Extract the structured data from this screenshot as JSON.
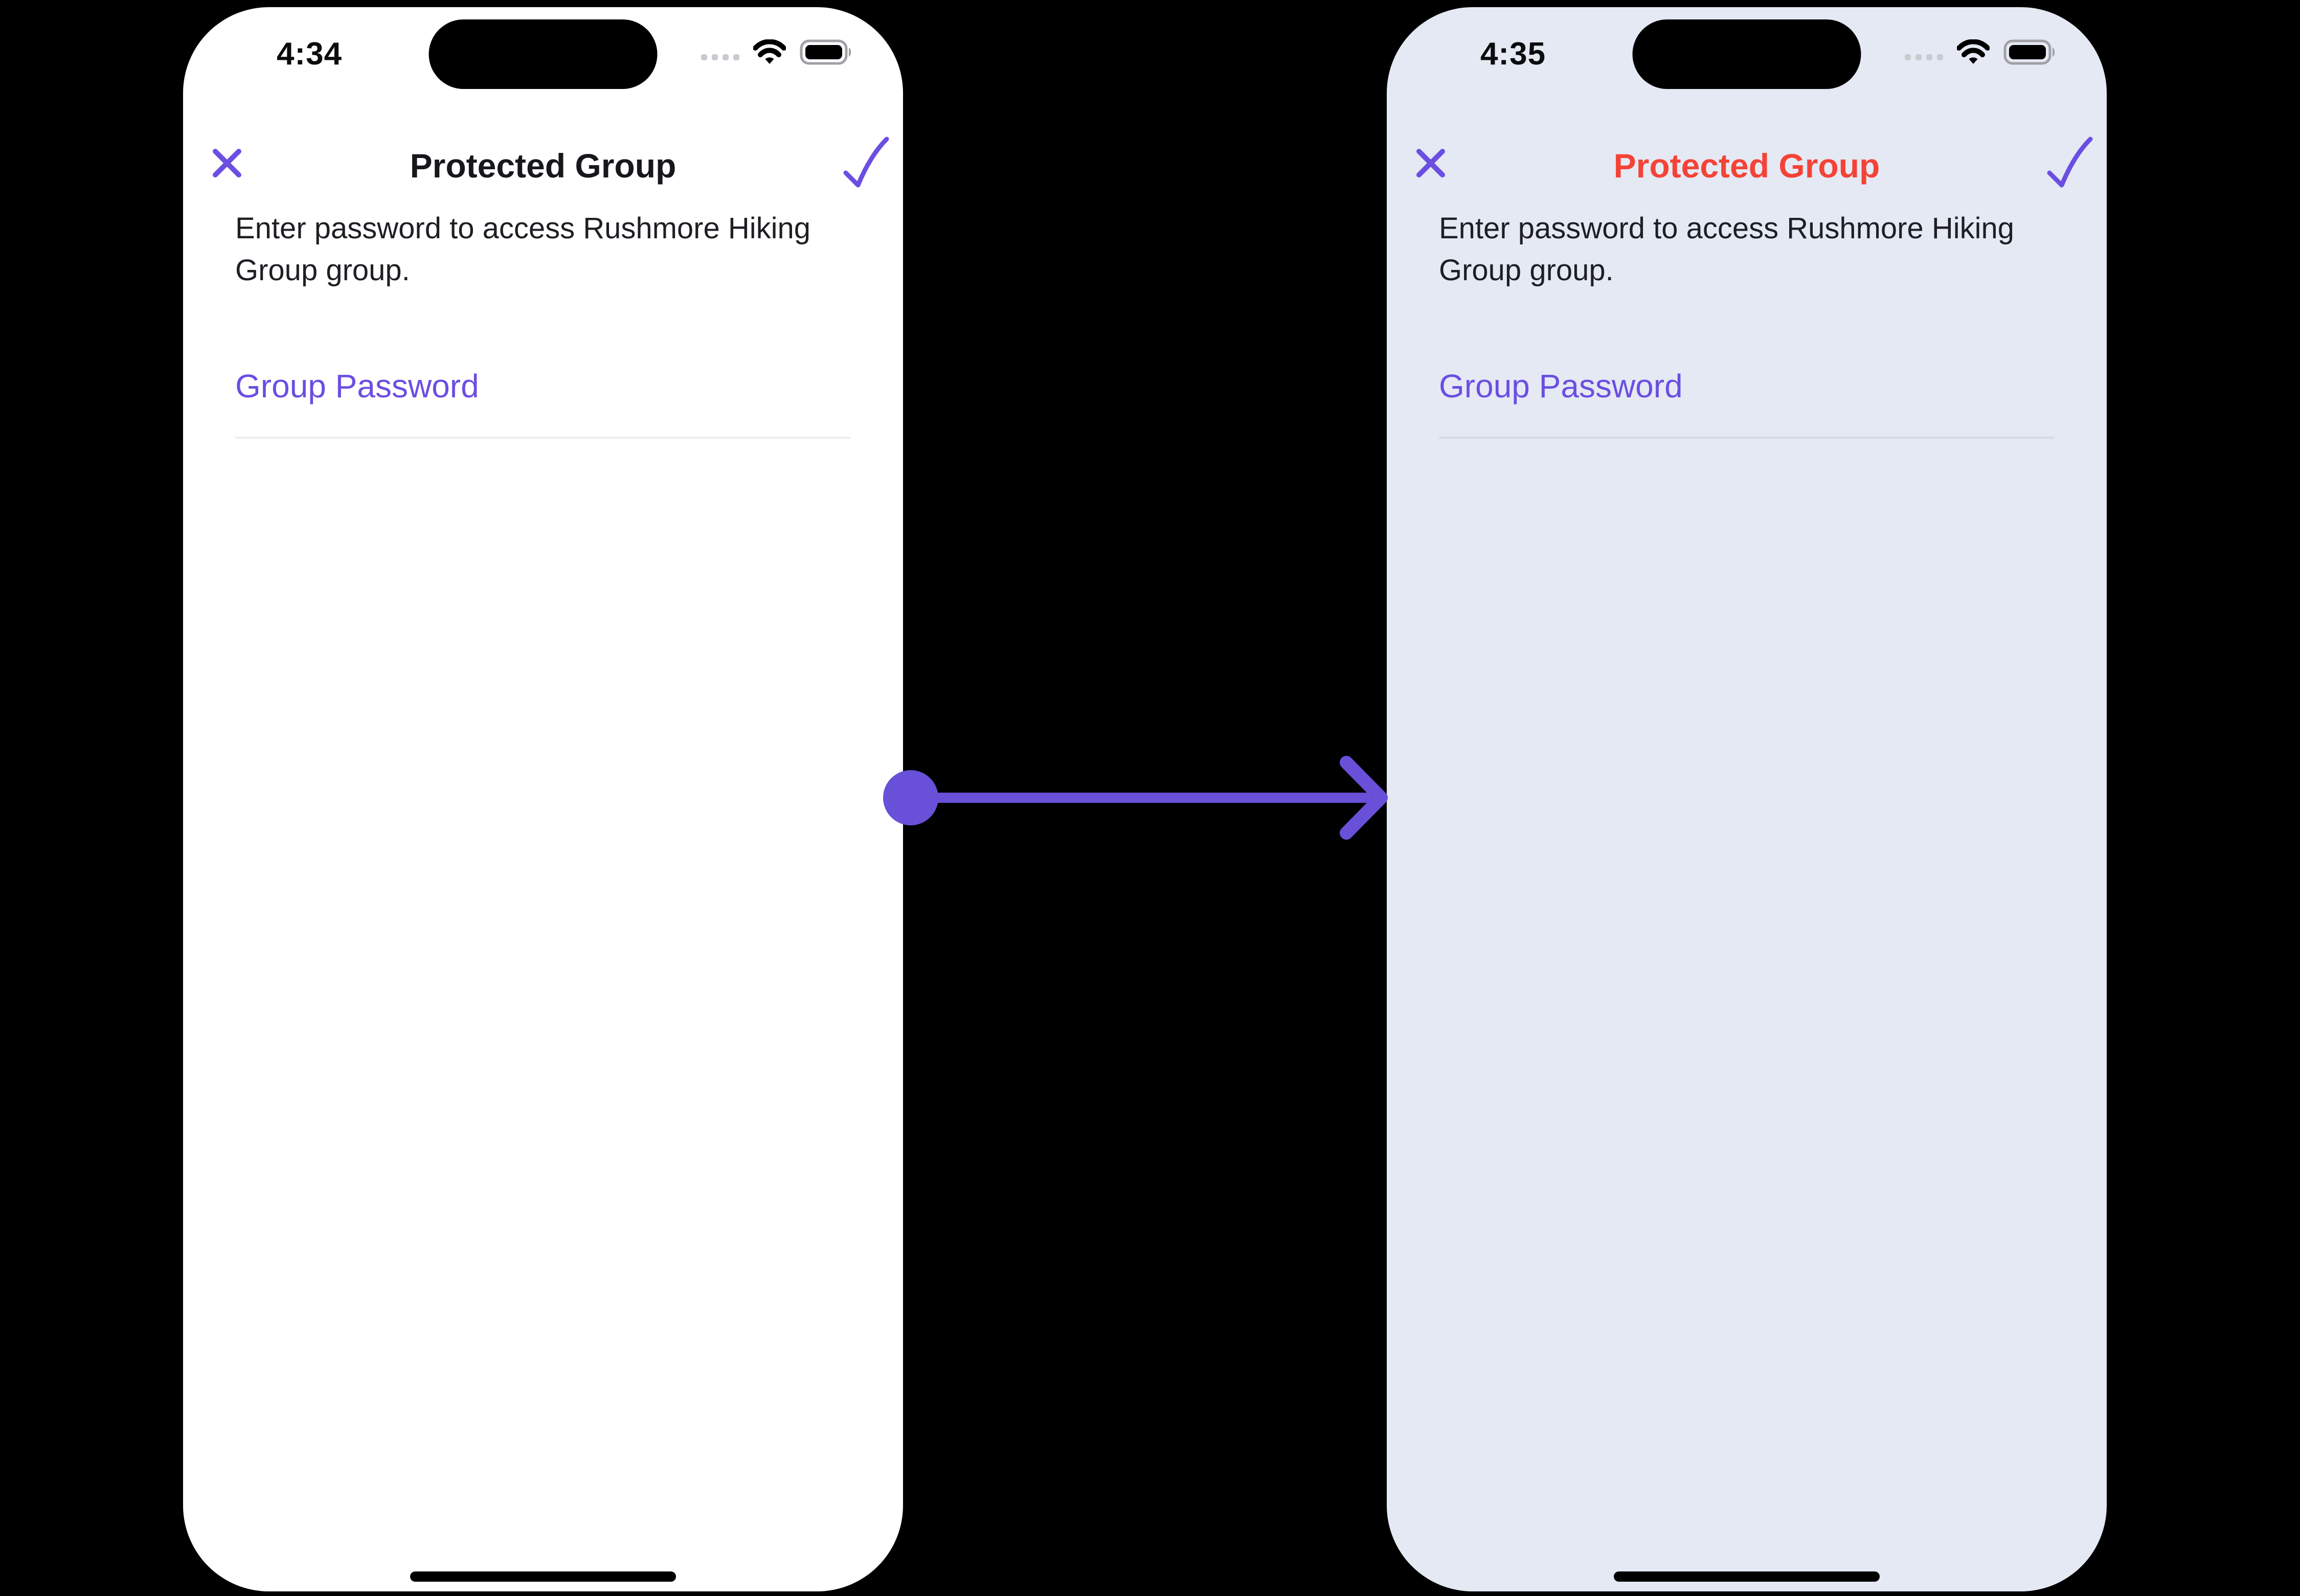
{
  "comparison": {
    "accent_color": "#6B4EE2",
    "arrow": {
      "name": "transition-arrow",
      "direction": "left-to-right",
      "color": "#6850D8"
    },
    "phones": {
      "left": {
        "background": "#FFFFFF",
        "status_bar": {
          "time": "4:34",
          "cellular_icon": "cellular-signal-dots",
          "wifi_icon": "wifi",
          "battery_icon": "battery-full"
        },
        "nav": {
          "close_icon": "close-x",
          "title": "Protected Group",
          "title_color": "#16181C",
          "confirm_icon": "checkmark"
        },
        "description": "Enter password to access Rushmore Hiking Group group.",
        "password_field": {
          "label": "Group Password",
          "value": "",
          "underline_color": "#EFEFEF"
        }
      },
      "right": {
        "background": "#E4E9F4",
        "status_bar": {
          "time": "4:35",
          "cellular_icon": "cellular-signal-dots",
          "wifi_icon": "wifi",
          "battery_icon": "battery-full"
        },
        "nav": {
          "close_icon": "close-x",
          "title": "Protected Group",
          "title_color": "#F44336",
          "confirm_icon": "checkmark"
        },
        "description": "Enter password to access Rushmore Hiking Group group.",
        "password_field": {
          "label": "Group Password",
          "value": "",
          "underline_color": "#D6DAE6"
        }
      }
    }
  }
}
